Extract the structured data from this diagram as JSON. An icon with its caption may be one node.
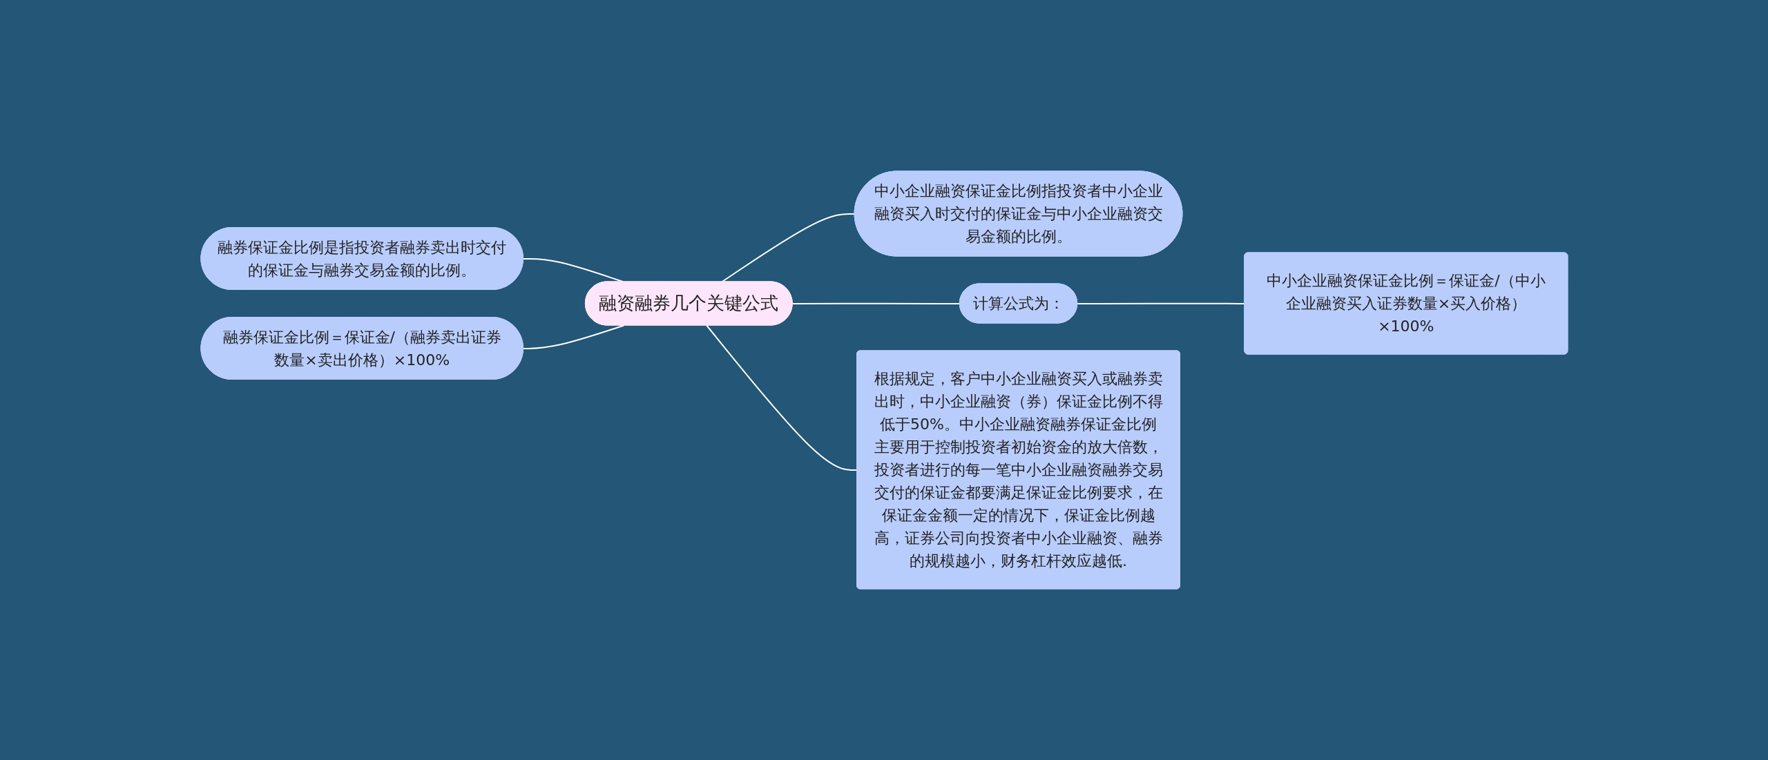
{
  "diagram": {
    "nodes": [
      {
        "text": [
          "融资融券几个关键公式"
        ]
      },
      {
        "text": [
          "中小企业融资保证金比例指投资者中小企业融资买入时交付的保证金与中小企业融资交易金额的比例。"
        ]
      },
      {
        "text": [
          "计算公式为："
        ]
      },
      {
        "text": [
          "中小企业融资保证金比例＝保证金/（中小企业融资买入证券数量×买入价格）×100%"
        ]
      },
      {
        "text": [
          "根据规定，客户中小企业融资买入或融券卖出时，中小企业融资（券）保证金比例不得低于50%。中小企业融资融券保证金比例主要用于控制投资者初始资金的放大倍数，投资者进行的每一笔中小企业融资融券交易交付的保证金都要满足保证金比例要求，在保证金金额一定的情况下，保证金比例越高，证券公司向投资者中小企业融资、融券的规模越小，财务杠杆效应越低."
        ]
      },
      {
        "text": [
          "融券保证金比例是指投资者融券卖出时交付的保证金与融券交易金额的比例。"
        ]
      },
      {
        "text": [
          "融券保证金比例＝保证金/（融券卖出证券数量×卖出价格）×100%"
        ]
      }
    ],
    "edges": [
      {
        "from": 0,
        "to": 1,
        "arrow": "none"
      },
      {
        "from": 0,
        "to": 2,
        "arrow": "none"
      },
      {
        "from": 2,
        "to": 3,
        "arrow": "none"
      },
      {
        "from": 0,
        "to": 4,
        "arrow": "none"
      },
      {
        "from": 5,
        "to": 0,
        "arrow": "none"
      },
      {
        "from": 6,
        "to": 0,
        "arrow": "none"
      }
    ]
  }
}
